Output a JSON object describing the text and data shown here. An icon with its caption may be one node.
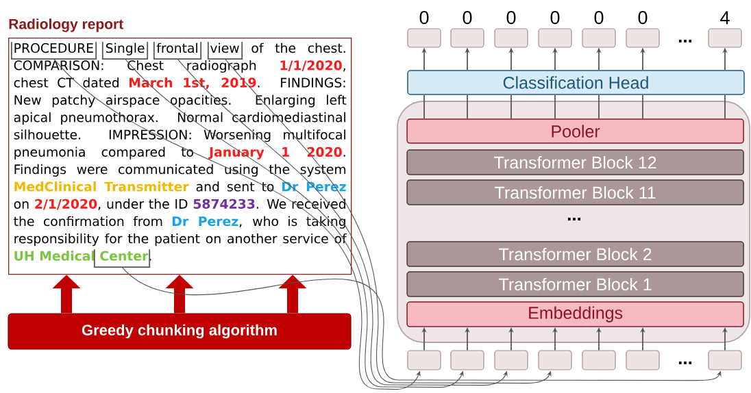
{
  "diagram": {
    "nodes": [
      {
        "text": [
          "Radiology report",
          "PROCEDURE Single frontal view of the chest. COMPARISON: Chest radiograph **1/1/2020**, chest CT dated **March 1st, 2019**. FINDINGS: New patchy airspace opacities. Enlarging left apical pneumothorax. Normal cardiomediastinal silhouette. IMPRESSION: Worsening multifocal pneumonia compared to **January 1 2020**. Findings were communicated using the system **MedClinical Transmitter** and sent to **Dr Perez** on **2/1/2020**, under the ID **5874233**. We received the confirmation from **Dr Perez**, who is taking responsibility for the patient on another service of **UH Medical Center**."
        ]
      },
      {
        "text": [],
        "shape": "bracket",
        "in": 0
      },
      {
        "text": [],
        "shape": "bracket",
        "in": 0
      },
      {
        "text": [],
        "shape": "bracket",
        "in": 0
      },
      {
        "text": [],
        "shape": "bracket",
        "in": 0
      },
      {
        "text": [],
        "shape": "bracket",
        "in": 0
      },
      {
        "text": [
          "Greedy chunking algorithm"
        ]
      },
      {
        "text": [
          "0"
        ]
      },
      {
        "text": [
          "0"
        ]
      },
      {
        "text": [
          "0"
        ]
      },
      {
        "text": [
          "0"
        ]
      },
      {
        "text": [
          "0"
        ]
      },
      {
        "text": [
          "0"
        ]
      },
      {
        "text": [
          "4"
        ]
      },
      {
        "text": [
          "Classification Head"
        ]
      },
      {
        "text": [],
        "shape": "box"
      },
      {
        "text": [
          "Pooler"
        ],
        "in": 15
      },
      {
        "text": [
          "Transformer Block 12"
        ],
        "in": 15
      },
      {
        "text": [
          "Transformer Block 11"
        ],
        "in": 15
      },
      {
        "text": [
          "Transformer Block 2"
        ],
        "in": 15
      },
      {
        "text": [
          "Transformer Block 1"
        ],
        "in": 15
      },
      {
        "text": [
          "Embeddings"
        ],
        "in": 15
      },
      {
        "text": [],
        "shape": "box"
      },
      {
        "text": [],
        "shape": "box"
      },
      {
        "text": [],
        "shape": "box"
      },
      {
        "text": [],
        "shape": "box"
      },
      {
        "text": [],
        "shape": "box"
      },
      {
        "text": [],
        "shape": "box"
      },
      {
        "text": [],
        "shape": "box"
      }
    ],
    "edges": [
      {
        "from": 6,
        "to": 0,
        "arrow": "to",
        "style": "thick",
        "color": "#c00000"
      },
      {
        "from": 6,
        "to": 0,
        "arrow": "to",
        "style": "thick",
        "color": "#c00000"
      },
      {
        "from": 6,
        "to": 0,
        "arrow": "to",
        "style": "thick",
        "color": "#c00000"
      },
      {
        "from": 1,
        "to": 22,
        "arrow": "to"
      },
      {
        "from": 2,
        "to": 23,
        "arrow": "to"
      },
      {
        "from": 3,
        "to": 24,
        "arrow": "to"
      },
      {
        "from": 4,
        "to": 25,
        "arrow": "to"
      },
      {
        "from": 5,
        "to": 28,
        "arrow": "to"
      },
      {
        "from": 22,
        "to": 21,
        "arrow": "to"
      },
      {
        "from": 23,
        "to": 21,
        "arrow": "to"
      },
      {
        "from": 24,
        "to": 21,
        "arrow": "to"
      },
      {
        "from": 25,
        "to": 21,
        "arrow": "to"
      },
      {
        "from": 26,
        "to": 21,
        "arrow": "to"
      },
      {
        "from": 27,
        "to": 21,
        "arrow": "to"
      },
      {
        "from": 28,
        "to": 21,
        "arrow": "to"
      },
      {
        "from": 16,
        "to": 14,
        "arrow": "none"
      },
      {
        "from": 16,
        "to": 14,
        "arrow": "none"
      },
      {
        "from": 16,
        "to": 14,
        "arrow": "none"
      },
      {
        "from": 16,
        "to": 14,
        "arrow": "none"
      },
      {
        "from": 16,
        "to": 14,
        "arrow": "none"
      },
      {
        "from": 16,
        "to": 14,
        "arrow": "none"
      },
      {
        "from": 16,
        "to": 14,
        "arrow": "none"
      },
      {
        "from": 14,
        "to": 7,
        "arrow": "to"
      },
      {
        "from": 14,
        "to": 8,
        "arrow": "to"
      },
      {
        "from": 14,
        "to": 9,
        "arrow": "to"
      },
      {
        "from": 14,
        "to": 10,
        "arrow": "to"
      },
      {
        "from": 14,
        "to": 11,
        "arrow": "to"
      },
      {
        "from": 14,
        "to": 12,
        "arrow": "to"
      },
      {
        "from": 14,
        "to": 13,
        "arrow": "to"
      }
    ],
    "labels": [
      "...",
      "...",
      "..."
    ]
  }
}
